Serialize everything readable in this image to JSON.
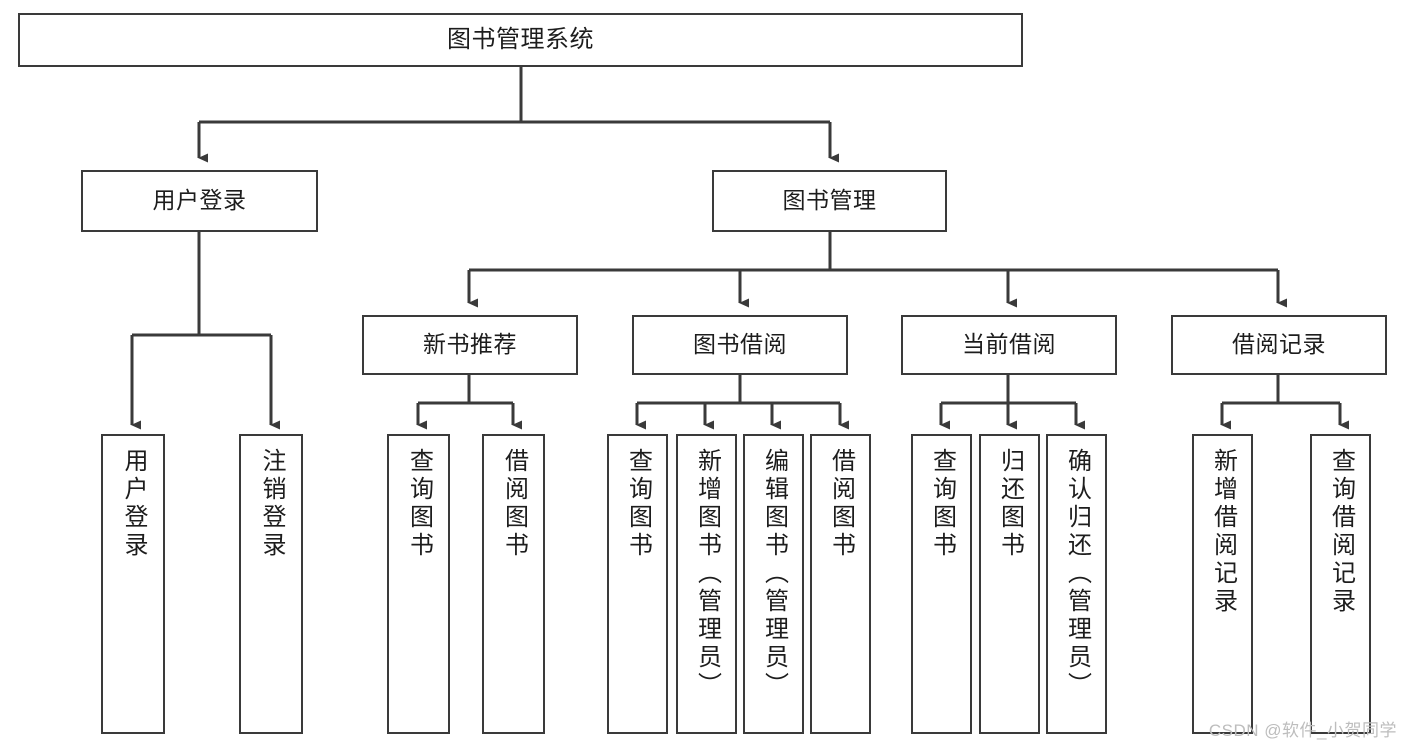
{
  "diagram": {
    "title": "图书管理系统",
    "type": "tree-hierarchy-diagram",
    "watermark": "CSDN @软件_小贺同学",
    "colors": {
      "box_border": "#3a3a3a",
      "box_fill": "#ffffff",
      "connector": "#3a3a3a",
      "text": "#1d1d1d",
      "watermark": "#bdbdbd",
      "background": "#ffffff"
    },
    "root": {
      "label": "图书管理系统"
    },
    "level2": [
      {
        "label": "用户登录"
      },
      {
        "label": "图书管理"
      }
    ],
    "level3": [
      {
        "label": "新书推荐"
      },
      {
        "label": "图书借阅"
      },
      {
        "label": "当前借阅"
      },
      {
        "label": "借阅记录"
      }
    ],
    "leaves": {
      "user_login": [
        {
          "label": "用户登录"
        },
        {
          "label": "注销登录"
        }
      ],
      "new_book_recommend": [
        {
          "label": "查询图书"
        },
        {
          "label": "借阅图书"
        }
      ],
      "book_borrow": [
        {
          "label": "查询图书"
        },
        {
          "label": "新增图书（管理员）"
        },
        {
          "label": "编辑图书（管理员）"
        },
        {
          "label": "借阅图书"
        }
      ],
      "current_borrow": [
        {
          "label": "查询图书"
        },
        {
          "label": "归还图书"
        },
        {
          "label": "确认归还（管理员）"
        }
      ],
      "borrow_record": [
        {
          "label": "新增借阅记录"
        },
        {
          "label": "查询借阅记录"
        }
      ]
    }
  }
}
